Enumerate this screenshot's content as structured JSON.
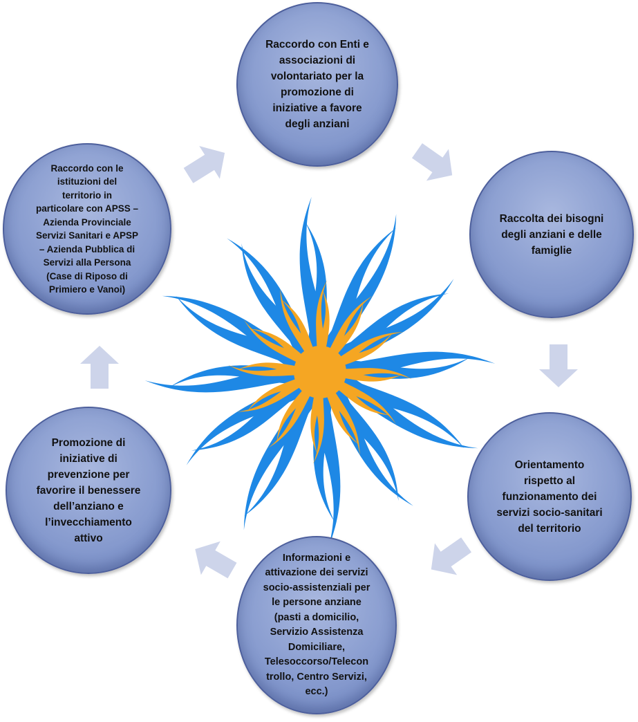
{
  "nodes": [
    {
      "id": "top",
      "text": "Raccordo con Enti e\nassociazioni di\nvolontariato per la\npromozione di\niniziative a favore\ndegli anziani"
    },
    {
      "id": "right-top",
      "text": "Raccolta dei bisogni\ndegli anziani e delle\nfamiglie"
    },
    {
      "id": "right-bottom",
      "text": "Orientamento\nrispetto al\nfunzionamento dei\nservizi socio-sanitari\ndel territorio"
    },
    {
      "id": "bottom",
      "text": "Informazioni  e\nattivazione dei servizi\nsocio-assistenziali per\nle persone anziane\n(pasti a domicilio,\nServizio Assistenza\nDomiciliare,\nTelesoccorso/Telecon\ntrollo, Centro Servizi,\necc.)"
    },
    {
      "id": "left-bottom",
      "text": "Promozione di\niniziative di\nprevenzione per\nfavorire il benessere\ndell’anziano e\nl’invecchiamento\nattivo"
    },
    {
      "id": "left-top",
      "text": "Raccordo con le\nistituzioni  del\nterritorio in\nparticolare con APSS –\nAzienda Provinciale\nServizi Sanitari e APSP\n– Azienda Pubblica di\nServizi alla Persona\n(Case di Riposo di\nPrimiero e Vanoi)"
    }
  ],
  "colors": {
    "node_fill": "#8ea1d2",
    "node_border": "#4d5f9c",
    "arrow_fill": "#cdd4ea",
    "sun_outer": "#1e88e5",
    "sun_inner": "#f5a623"
  },
  "icons": {
    "center": "sun-icon",
    "arrows": "block-arrow-icon"
  }
}
